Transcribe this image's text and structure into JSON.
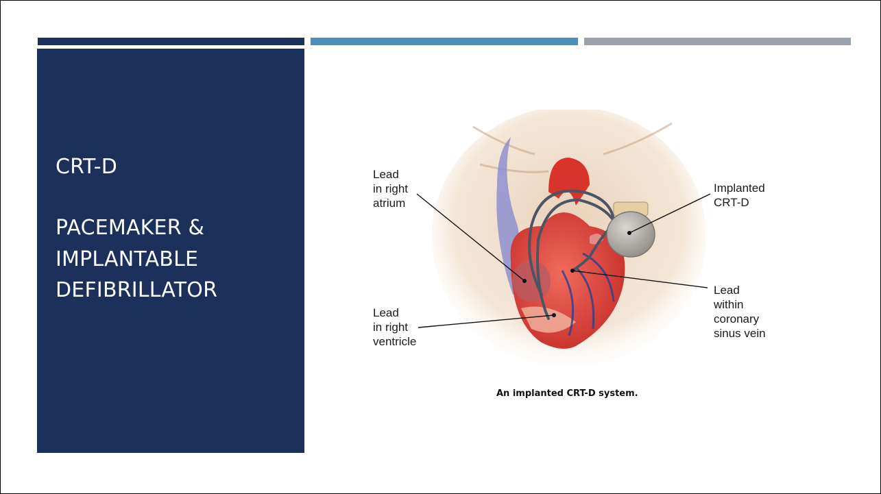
{
  "slide": {
    "title_line_1": "CRT-D",
    "title_line_2": "PACEMAKER &",
    "title_line_3": "IMPLANTABLE",
    "title_line_4": "DEFIBRILLATOR",
    "colors": {
      "panel": "#1b305a",
      "accent_bar_2": "#4a90bd",
      "accent_bar_3": "#9aa3ab"
    }
  },
  "diagram": {
    "labels": {
      "lead_right_atrium": "Lead\nin right\natrium",
      "implanted_crtd": "Implanted\nCRT-D",
      "lead_right_ventricle": "Lead\nin right\nventricle",
      "lead_coronary_sinus": "Lead\nwithin\ncoronary\nsinus vein"
    },
    "caption": "An implanted CRT-D system."
  }
}
